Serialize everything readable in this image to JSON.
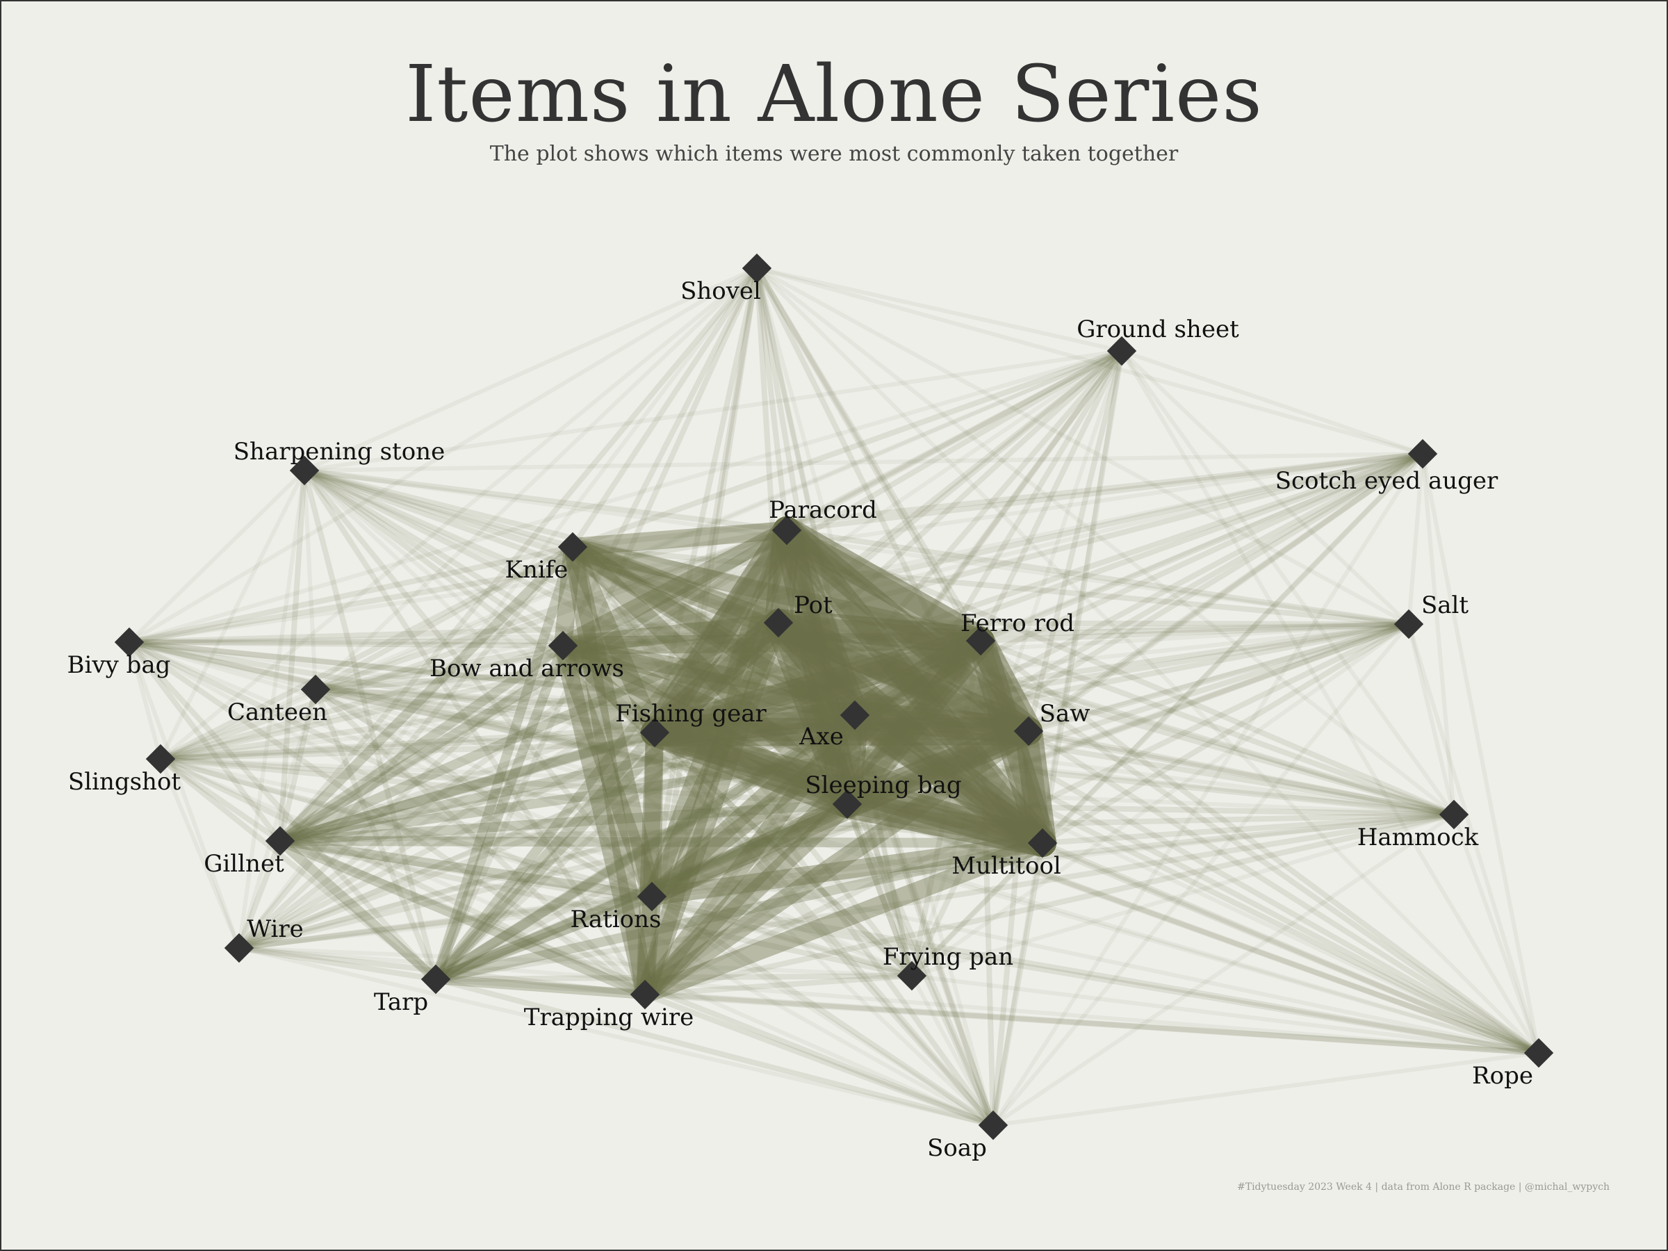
{
  "title": "Items in Alone Series",
  "subtitle": "The plot shows which items were most commonly taken together",
  "caption": "#Tidytuesday 2023 Week 4 | data from Alone R package | @michal_wypych",
  "colors": {
    "background": "#efefea",
    "node": "#333333",
    "edge": "#6b7048",
    "text": "#111111"
  },
  "nodes": [
    {
      "id": "shovel",
      "label": "Shovel"
    },
    {
      "id": "ground_sheet",
      "label": "Ground sheet"
    },
    {
      "id": "sharpening_stone",
      "label": "Sharpening stone"
    },
    {
      "id": "scotch_eyed_auger",
      "label": "Scotch eyed auger"
    },
    {
      "id": "paracord",
      "label": "Paracord"
    },
    {
      "id": "knife",
      "label": "Knife"
    },
    {
      "id": "pot",
      "label": "Pot"
    },
    {
      "id": "ferro_rod",
      "label": "Ferro rod"
    },
    {
      "id": "salt",
      "label": "Salt"
    },
    {
      "id": "bivy_bag",
      "label": "Bivy bag"
    },
    {
      "id": "bow_and_arrows",
      "label": "Bow and arrows"
    },
    {
      "id": "canteen",
      "label": "Canteen"
    },
    {
      "id": "fishing_gear",
      "label": "Fishing gear"
    },
    {
      "id": "axe",
      "label": "Axe"
    },
    {
      "id": "saw",
      "label": "Saw"
    },
    {
      "id": "slingshot",
      "label": "Slingshot"
    },
    {
      "id": "sleeping_bag",
      "label": "Sleeping bag"
    },
    {
      "id": "hammock",
      "label": "Hammock"
    },
    {
      "id": "gillnet",
      "label": "Gillnet"
    },
    {
      "id": "multitool",
      "label": "Multitool"
    },
    {
      "id": "rations",
      "label": "Rations"
    },
    {
      "id": "wire",
      "label": "Wire"
    },
    {
      "id": "frying_pan",
      "label": "Frying pan"
    },
    {
      "id": "tarp",
      "label": "Tarp"
    },
    {
      "id": "trapping_wire",
      "label": "Trapping wire"
    },
    {
      "id": "rope",
      "label": "Rope"
    },
    {
      "id": "soap",
      "label": "Soap"
    }
  ]
}
